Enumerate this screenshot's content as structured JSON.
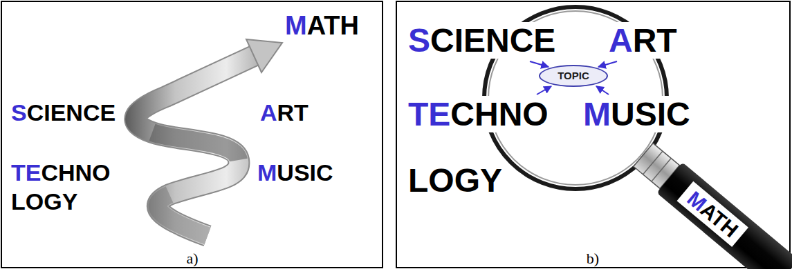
{
  "diagram": {
    "nodes": [
      {
        "text": [
          "TOPIC"
        ]
      },
      {
        "text": [
          "MATH"
        ]
      }
    ],
    "labels": [
      "MATH",
      "SCIENCE",
      "ART",
      "TECHNO LOGY",
      "MUSIC",
      "a)",
      "SCIENCE",
      "ART",
      "TECHNO LOGY",
      "MUSIC",
      "b)"
    ]
  }
}
